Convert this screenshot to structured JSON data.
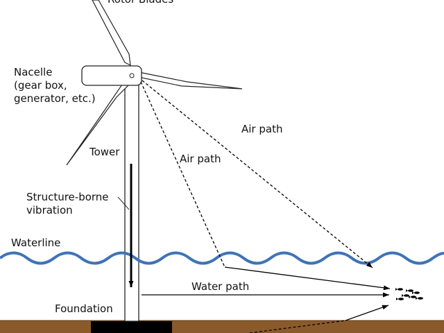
{
  "labels": {
    "rotor_blades": "Rotor Blades",
    "nacelle": [
      "Nacelle",
      "(gear box,",
      "generator, etc.)"
    ],
    "tower": "Tower",
    "structure_borne": [
      "Structure-borne",
      "vibration"
    ],
    "waterline": "Waterline",
    "foundation": "Foundation",
    "air_path_inner": "Air path",
    "air_path_outer": "Air path",
    "water_path": "Water path"
  },
  "colors": {
    "water": "#3f73b7",
    "seabed": "#8b5a2b",
    "foundation": "#000000",
    "line": "#000000"
  },
  "icons": {
    "fish": "fish-school-icon"
  }
}
